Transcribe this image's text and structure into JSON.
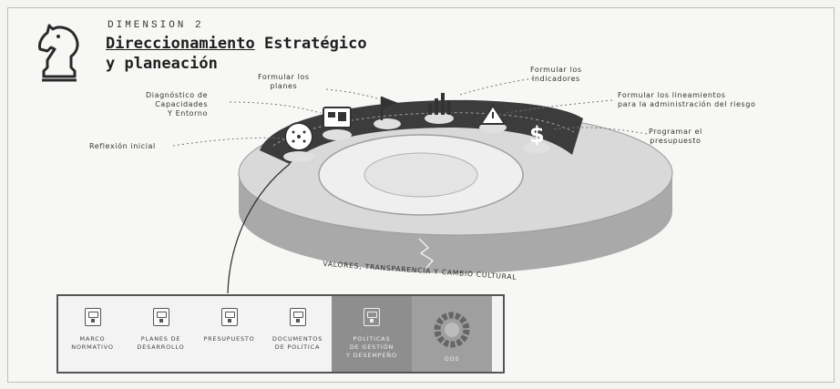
{
  "header": {
    "dimension": "DIMENSION 2",
    "title_underlined": "Direccionamiento",
    "title_rest": " Estratégico",
    "title_line2": "y planeación"
  },
  "labels": {
    "reflexion": "Reflexión inicial",
    "diagnostico": "Diagnóstico de\nCapacidades\nY Entorno",
    "formular_planes": "Formular los\nplanes",
    "formular_indicadores": "Formular los\nIndicadores",
    "lineamientos": "Formular los lineamientos\npara la administración del riesgo",
    "presupuesto": "Programar el\npresupuesto"
  },
  "ring_text": "VALORES, TRANSPARENCIA Y CAMBIO CULTURAL",
  "bottom_cells": [
    {
      "label": "MARCO\nNORMATIVO",
      "icon": "document-icon"
    },
    {
      "label": "PLANES DE\nDESARROLLO",
      "icon": "document-icon"
    },
    {
      "label": "PRESUPUESTO",
      "icon": "document-icon"
    },
    {
      "label": "DOCUMENTOS\nDE POLÍTICA",
      "icon": "document-icon"
    },
    {
      "label": "POLÍTICAS\nDE GESTIÓN\nY DESEMPEÑO",
      "icon": "document-icon"
    },
    {
      "label": "ODS",
      "icon": "ods-ring-icon"
    }
  ],
  "colors": {
    "ring_dark": "#3c3c3c",
    "ring_light": "#d6d6d6",
    "panel_dark": "#8e8e8e"
  }
}
